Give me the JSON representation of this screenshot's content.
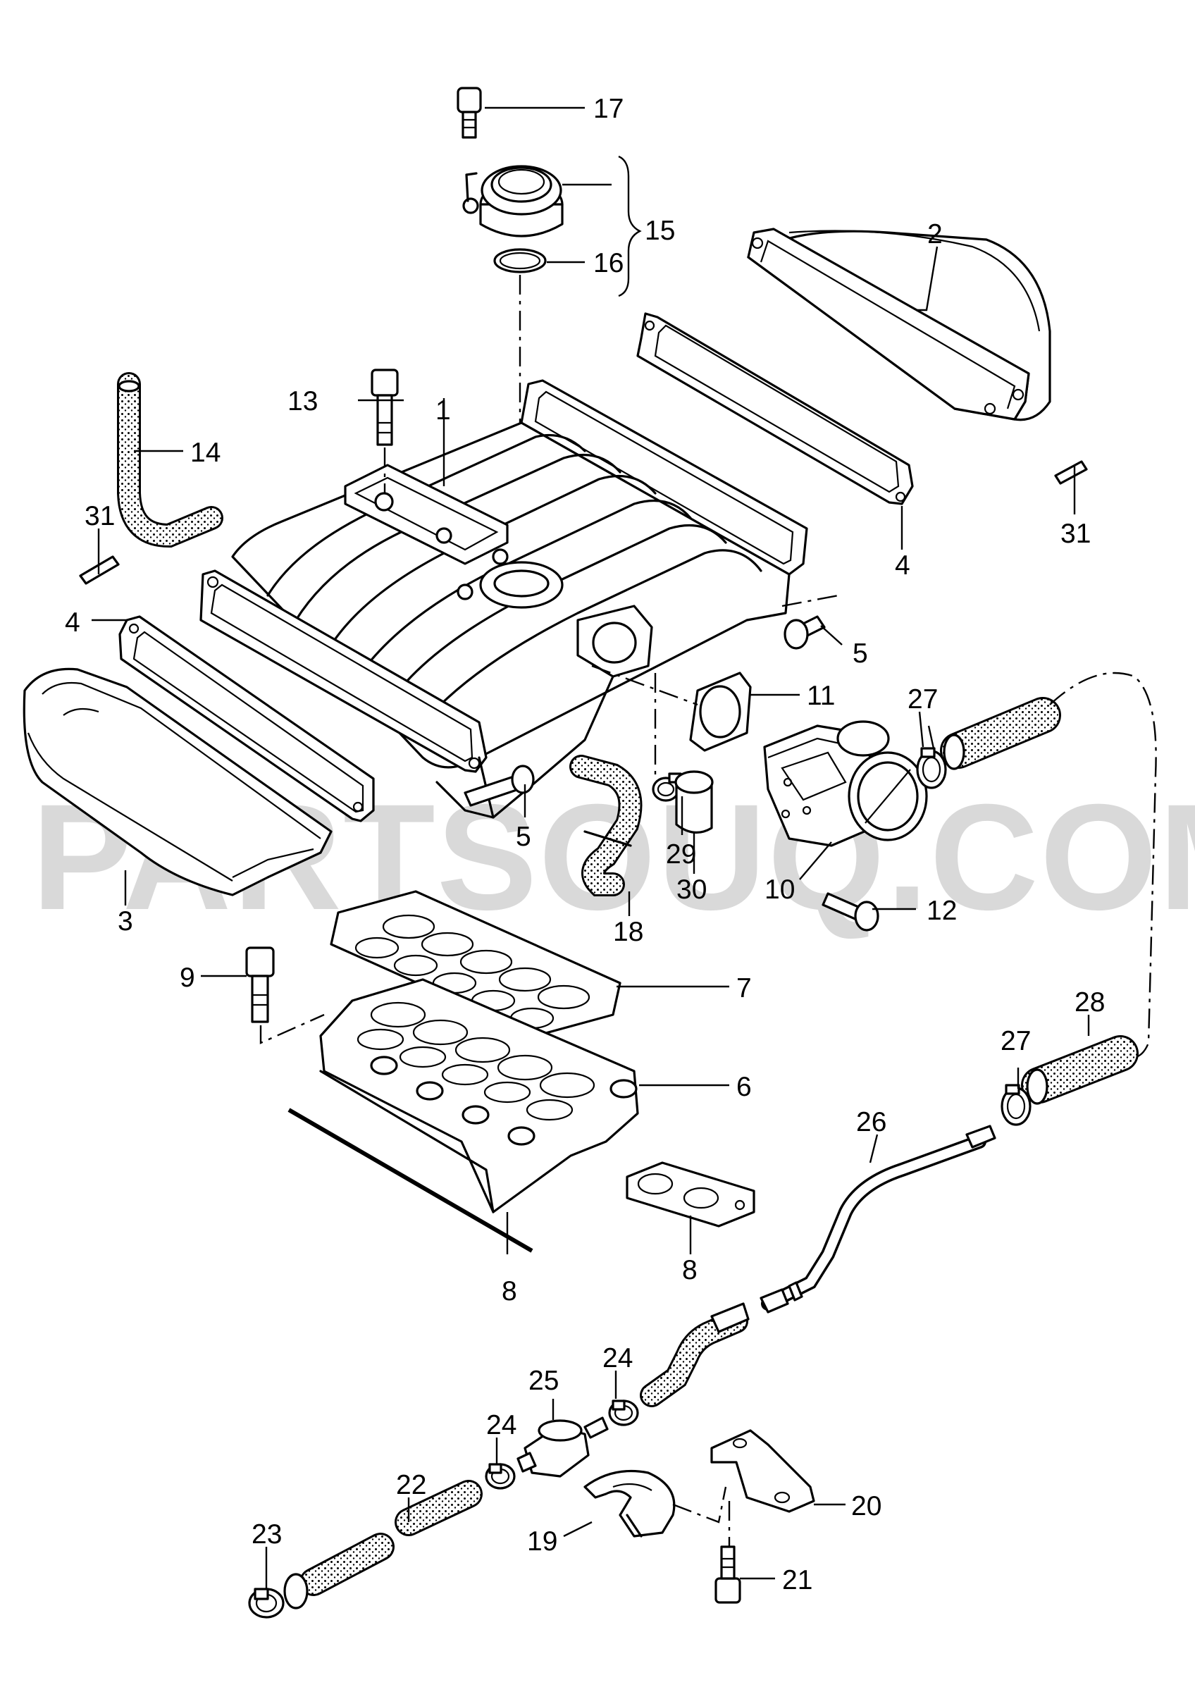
{
  "watermark": "PARTSOUQ.COM",
  "callouts": [
    "1",
    "2",
    "3",
    "4",
    "4",
    "5",
    "5",
    "6",
    "7",
    "8",
    "8",
    "9",
    "10",
    "11",
    "12",
    "13",
    "14",
    "15",
    "16",
    "17",
    "18",
    "19",
    "20",
    "21",
    "22",
    "23",
    "24",
    "24",
    "25",
    "26",
    "27",
    "27",
    "28",
    "29",
    "30",
    "31",
    "31"
  ],
  "colors": {
    "line": "#000000",
    "background": "#ffffff",
    "watermark": "#d3d3d3"
  }
}
